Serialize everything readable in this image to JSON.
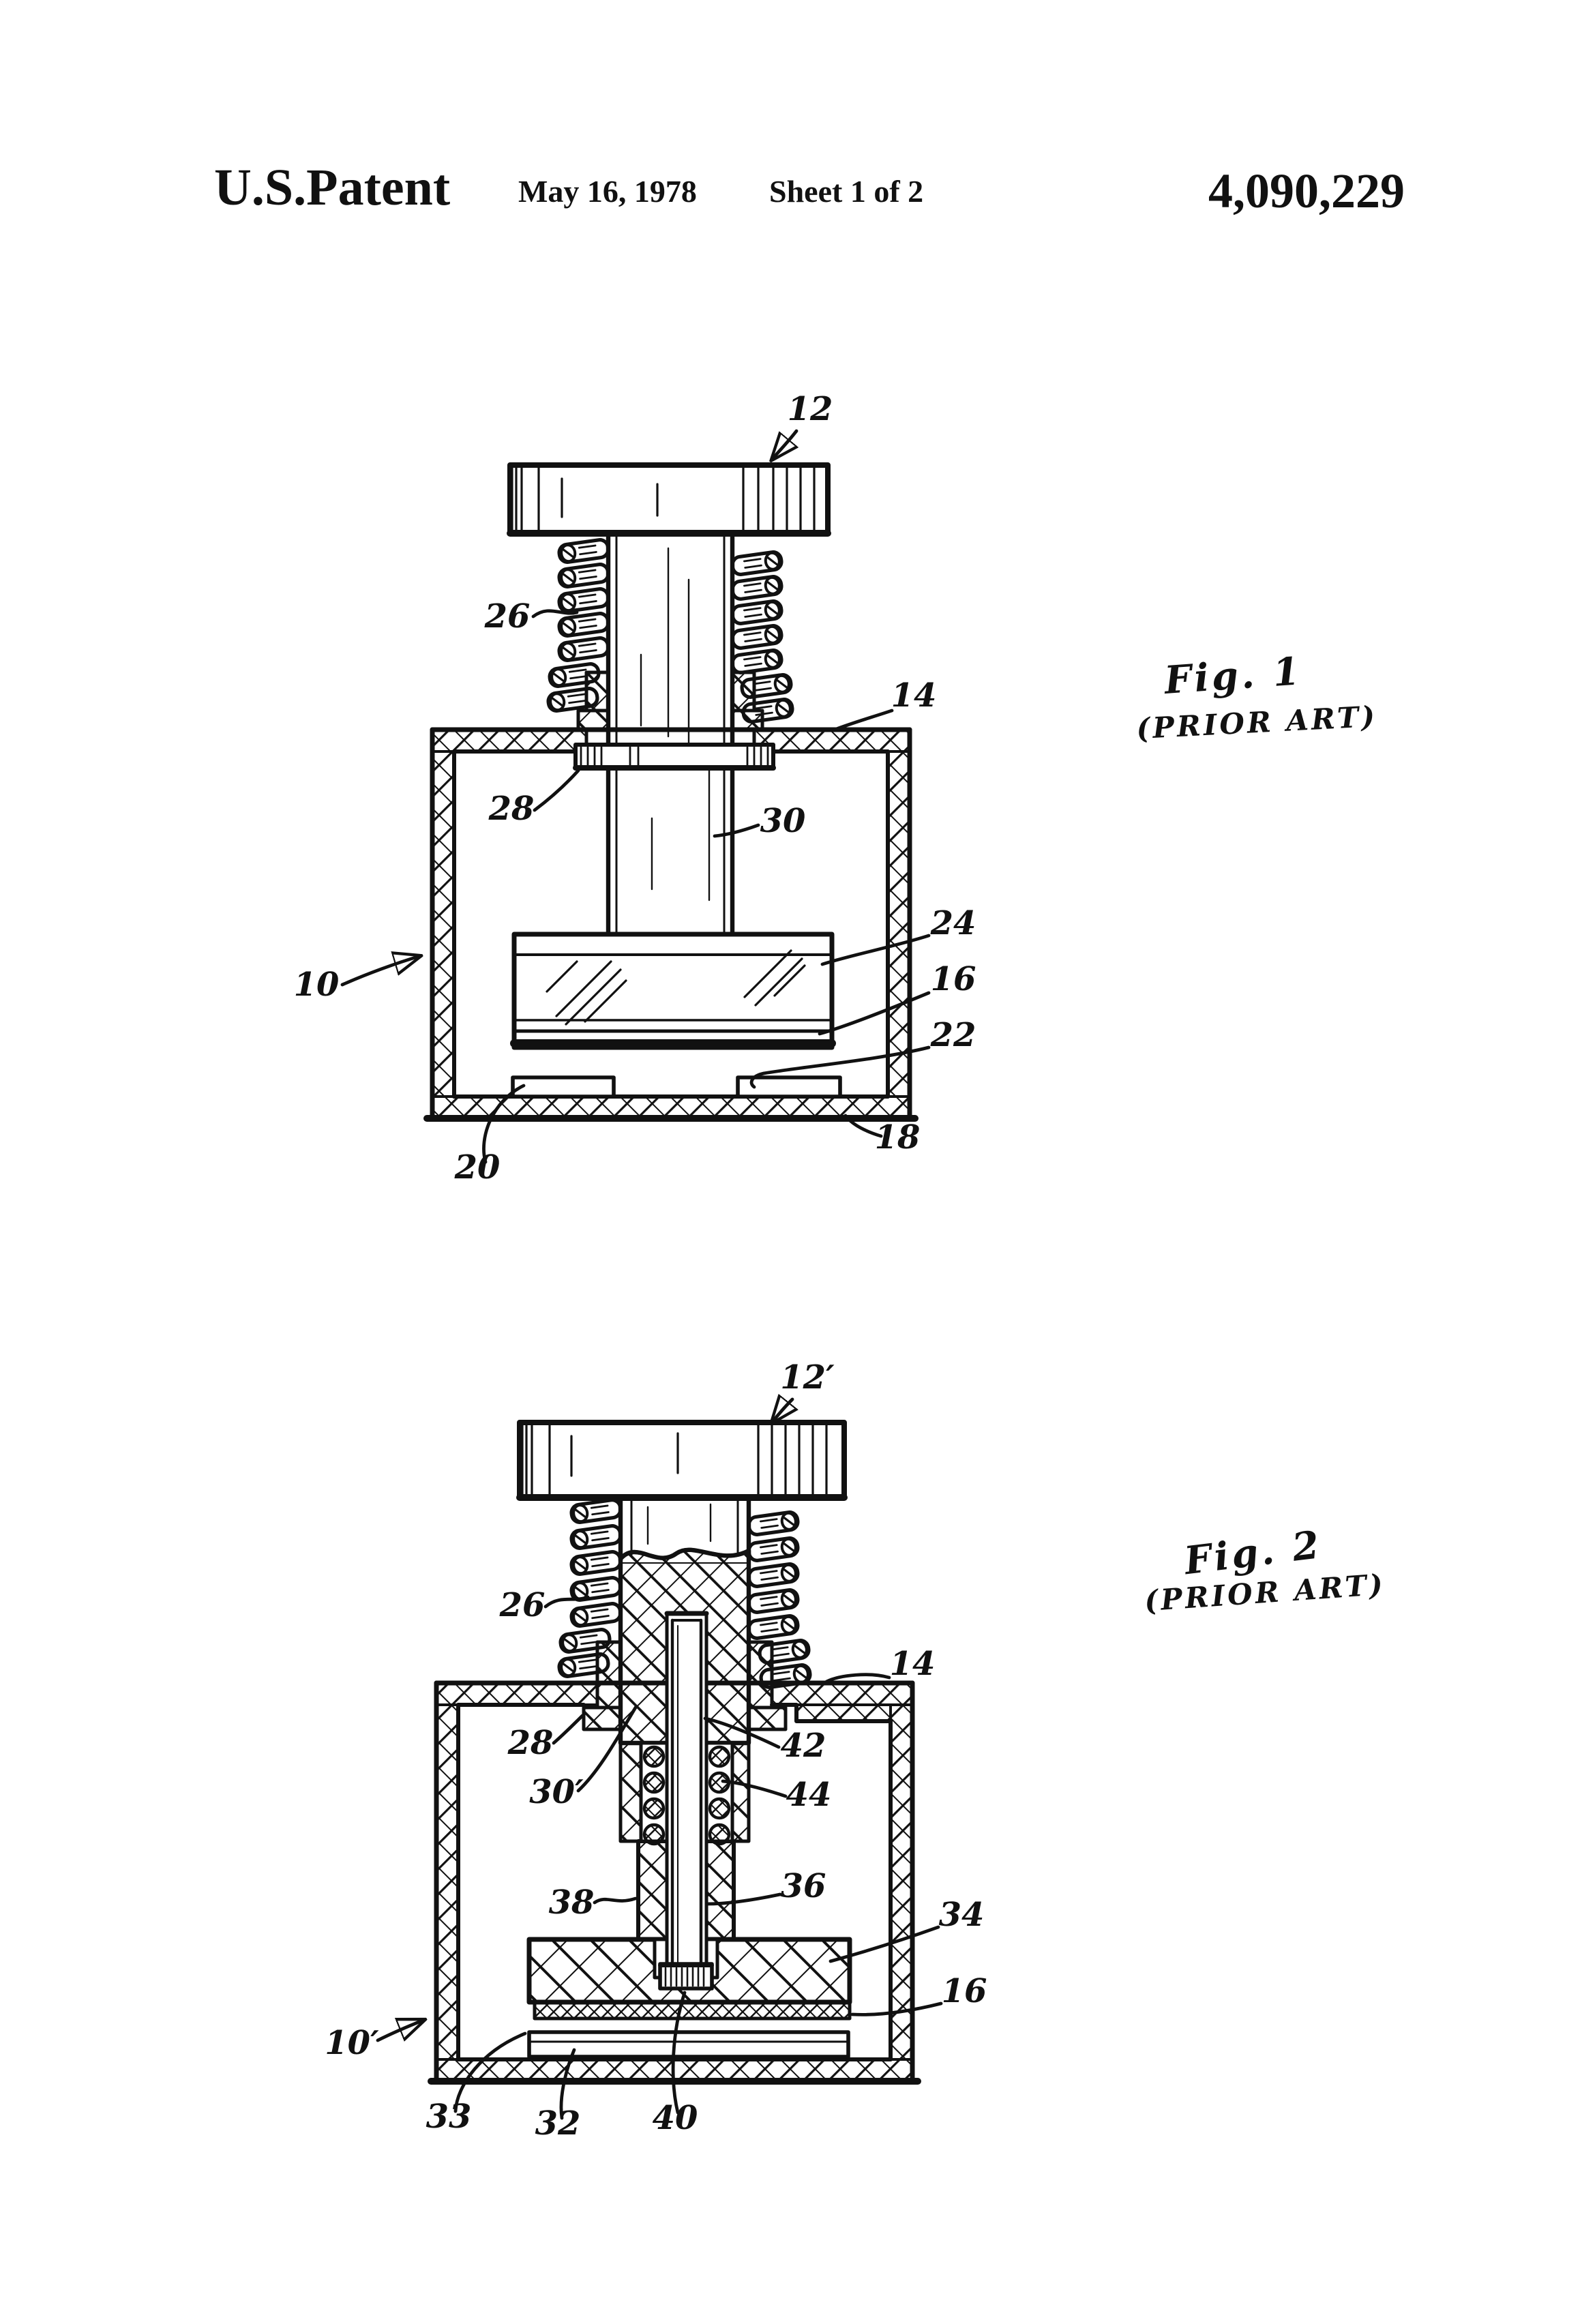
{
  "header": {
    "title": "U.S.Patent",
    "date": "May 16, 1978",
    "sheet": "Sheet 1 of 2",
    "patent_number": "4,090,229"
  },
  "figures": [
    {
      "id": "fig1",
      "caption": "Fig. 1",
      "caption_sub": "(PRIOR ART)",
      "labels": {
        "n12": "12",
        "n26": "26",
        "n14": "14",
        "n28": "28",
        "n30": "30",
        "n10": "10",
        "n24": "24",
        "n16": "16",
        "n22": "22",
        "n18": "18",
        "n20": "20"
      }
    },
    {
      "id": "fig2",
      "caption": "Fig. 2",
      "caption_sub": "(PRIOR ART)",
      "labels": {
        "n12": "12′",
        "n26": "26",
        "n14": "14",
        "n28": "28",
        "n30": "30′",
        "n42": "42",
        "n44": "44",
        "n36": "36",
        "n38": "38",
        "n34": "34",
        "n16": "16",
        "n10": "10′",
        "n33": "33",
        "n32": "32",
        "n40": "40"
      }
    }
  ],
  "colors": {
    "ink": "#111111",
    "paper": "#ffffff"
  }
}
